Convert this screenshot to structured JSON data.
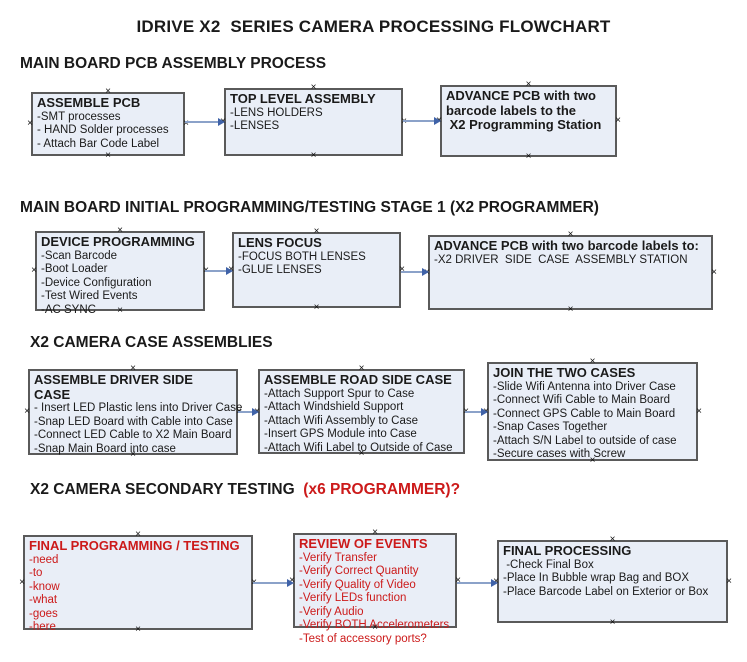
{
  "title": "IDRIVE X2  SERIES CAMERA PROCESSING FLOWCHART",
  "colors": {
    "accent_red": "#cc1a1a",
    "box_fill": "#e9eef7",
    "box_border": "#5a5a5a",
    "arrow_line": "#8ba2c9",
    "arrow_head": "#3f62a8"
  },
  "sections": [
    {
      "heading": "MAIN BOARD PCB ASSEMBLY PROCESS",
      "heading_red": "",
      "boxes": [
        {
          "title": "ASSEMBLE PCB",
          "items": [
            "-SMT processes",
            "- HAND Solder processes",
            "- Attach Bar Code Label"
          ]
        },
        {
          "title": "TOP LEVEL ASSEMBLY",
          "items": [
            "-LENS HOLDERS",
            "-LENSES"
          ]
        },
        {
          "title": "ADVANCE PCB with two\nbarcode labels to the\n X2 Programming Station",
          "items": []
        }
      ]
    },
    {
      "heading": "MAIN BOARD INITIAL PROGRAMMING/TESTING STAGE 1 (X2 PROGRAMMER)",
      "heading_red": "",
      "boxes": [
        {
          "title": "DEVICE PROGRAMMING",
          "items": [
            "-Scan Barcode",
            "-Boot Loader",
            "-Device Configuration",
            "-Test Wired Events",
            "-AC SYNC"
          ]
        },
        {
          "title": "LENS FOCUS",
          "items": [
            "-FOCUS BOTH LENSES",
            "-GLUE LENSES"
          ]
        },
        {
          "title": "ADVANCE PCB with two barcode labels to:",
          "items": [
            "-X2 DRIVER  SIDE  CASE  ASSEMBLY STATION"
          ]
        }
      ]
    },
    {
      "heading": "X2 CAMERA CASE ASSEMBLIES",
      "heading_red": "",
      "boxes": [
        {
          "title": "ASSEMBLE DRIVER SIDE CASE",
          "items": [
            "- Insert LED Plastic lens into Driver Case",
            "-Snap LED Board with Cable into Case",
            "-Connect LED Cable to X2 Main Board",
            "-Snap Main Board into case"
          ]
        },
        {
          "title": "ASSEMBLE ROAD SIDE CASE",
          "items": [
            "-Attach Support Spur to Case",
            "-Attach Windshield Support",
            "-Attach Wifi Assembly to Case",
            "-Insert GPS Module into Case",
            "-Attach Wifi Label to Outside of Case"
          ]
        },
        {
          "title": "JOIN THE TWO CASES",
          "items": [
            "-Slide Wifi Antenna into Driver Case",
            "-Connect Wifi Cable to Main Board",
            "-Connect GPS Cable to Main Board",
            "-Snap Cases Together",
            "-Attach S/N Label to outside of case",
            "-Secure cases with Screw"
          ]
        }
      ]
    },
    {
      "heading": "X2 CAMERA SECONDARY TESTING ",
      "heading_red": " (x6 PROGRAMMER)?",
      "boxes": [
        {
          "title": "FINAL PROGRAMMING / TESTING",
          "items": [
            "-need",
            "-to",
            "-know",
            "-what",
            "-goes",
            "-here"
          ]
        },
        {
          "title": "REVIEW OF EVENTS",
          "items": [
            "-Verify Transfer",
            "-Verify Correct Quantity",
            "-Verify Quality of Video",
            "-Verify LEDs function",
            "-Verify Audio",
            "-Verify BOTH Accelerometers",
            "-Test of accessory ports?"
          ]
        },
        {
          "title": "FINAL PROCESSING",
          "items": [
            " -Check Final Box",
            "-Place In Bubble wrap Bag and BOX",
            "-Place Barcode Label on Exterior or Box"
          ]
        }
      ]
    }
  ]
}
